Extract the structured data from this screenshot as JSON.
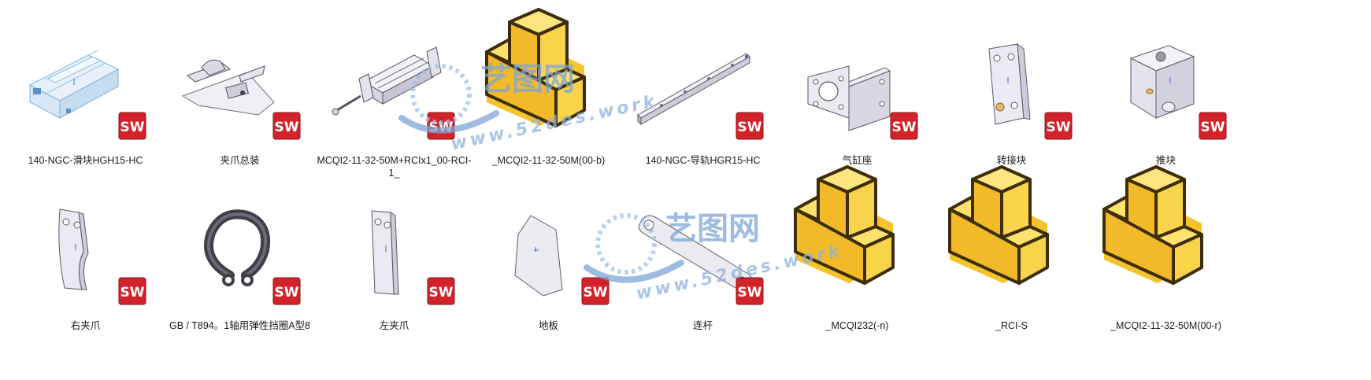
{
  "explorer": {
    "view": "large-icons",
    "files": [
      {
        "name": "140-NGC-滑块HGH15-HC",
        "icon": "slider-block-part-icon",
        "badge": "SW"
      },
      {
        "name": "夹爪总装",
        "icon": "gripper-assembly-icon",
        "badge": "SW"
      },
      {
        "name": "MCQI2-11-32-50M+RCIx1_00-RCI-1_",
        "icon": "pneumatic-cylinder-icon",
        "badge": "SW"
      },
      {
        "name": "_MCQI2-11-32-50M(00-b)",
        "icon": "generic-part-icon",
        "badge": ""
      },
      {
        "name": "140-NGC-导轨HGR15-HC",
        "icon": "linear-rail-icon",
        "badge": "SW"
      },
      {
        "name": "气缸座",
        "icon": "cylinder-mount-icon",
        "badge": "SW"
      },
      {
        "name": "转接块",
        "icon": "adapter-block-icon",
        "badge": "SW"
      },
      {
        "name": "推块",
        "icon": "push-block-icon",
        "badge": "SW"
      },
      {
        "name": "右夹爪",
        "icon": "right-jaw-icon",
        "badge": "SW"
      },
      {
        "name": "GB / T894。1轴用弹性挡圈A型8",
        "icon": "retaining-ring-icon",
        "badge": "SW"
      },
      {
        "name": "左夹爪",
        "icon": "left-jaw-icon",
        "badge": "SW"
      },
      {
        "name": "地板",
        "icon": "base-plate-icon",
        "badge": "SW"
      },
      {
        "name": "连杆",
        "icon": "connecting-rod-icon",
        "badge": "SW"
      },
      {
        "name": "_MCQI232(-n)",
        "icon": "generic-part-icon",
        "badge": ""
      },
      {
        "name": "_RCI-S",
        "icon": "generic-part-icon",
        "badge": ""
      },
      {
        "name": "_MCQI2-11-32-50M(00-r)",
        "icon": "generic-part-icon",
        "badge": ""
      }
    ]
  },
  "watermark": {
    "logo": "艺图网",
    "url": "www.52des.work"
  },
  "colors": {
    "sw_red": "#d2232a",
    "generic_yellow": "#f5c32c",
    "generic_outline": "#3d2d08",
    "part_grey": "#d9d6e2"
  }
}
